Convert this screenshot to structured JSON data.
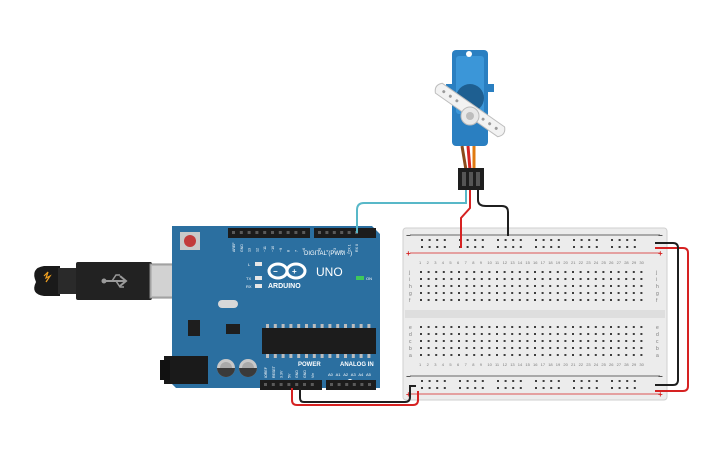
{
  "arduino": {
    "brand": "ARDUINO",
    "model": "UNO",
    "digital_label": "DIGITAL (PWM ~)",
    "power_label": "POWER",
    "analog_label": "ANALOG IN",
    "on_label": "ON",
    "led_labels": [
      "L",
      "TX",
      "RX"
    ],
    "digital_pins": [
      "AREF",
      "GND",
      "13",
      "12",
      "~11",
      "~10",
      "~9",
      "8",
      "7",
      "~6",
      "~5",
      "4",
      "~3",
      "2",
      "TX 1",
      "RX 0"
    ],
    "power_pins": [
      "IOREF",
      "RESET",
      "3.3V",
      "5V",
      "GND",
      "GND",
      "Vin"
    ],
    "analog_pins": [
      "A0",
      "A1",
      "A2",
      "A3",
      "A4",
      "A5"
    ]
  },
  "breadboard": {
    "rail_minus": "−",
    "rail_plus": "+",
    "row_labels_top": [
      "j",
      "i",
      "h",
      "g",
      "f"
    ],
    "row_labels_bottom": [
      "e",
      "d",
      "c",
      "b",
      "a"
    ],
    "columns": 30
  },
  "colors": {
    "board": "#2b6fa0",
    "servo": "#2a7fc1",
    "wire_signal": "#58b8c8",
    "wire_power": "#d62222",
    "wire_ground": "#1f1f1f",
    "servo_brown": "#8b4a1a",
    "servo_orange": "#e07a10"
  },
  "icons": [
    "usb-cable-icon",
    "servo-motor-icon"
  ]
}
